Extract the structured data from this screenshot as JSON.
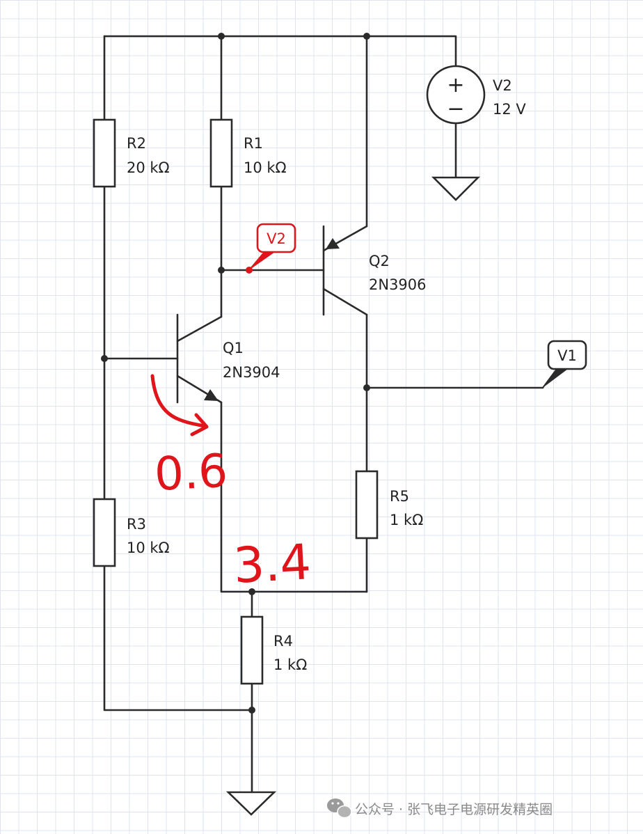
{
  "components": {
    "r1": {
      "name": "R1",
      "value": "10 kΩ"
    },
    "r2": {
      "name": "R2",
      "value": "20 kΩ"
    },
    "r3": {
      "name": "R3",
      "value": "10 kΩ"
    },
    "r4": {
      "name": "R4",
      "value": "1 kΩ"
    },
    "r5": {
      "name": "R5",
      "value": "1 kΩ"
    },
    "q1": {
      "name": "Q1",
      "part": "2N3904"
    },
    "q2": {
      "name": "Q2",
      "part": "2N3906"
    },
    "v2": {
      "name": "V2",
      "value": "12 V",
      "plus": "+",
      "minus": "−"
    }
  },
  "probes": {
    "v2_probe": "V2",
    "v1_probe": "V1"
  },
  "annotations": {
    "vbe": "0.6",
    "emitter_voltage": "3.4"
  },
  "colors": {
    "wire": "#2a2a2a",
    "annotation": "#e0151b",
    "grid": "#dfe4ec"
  },
  "watermark": {
    "icon": "wechat-icon",
    "text": "公众号 · 张飞电子电源研发精英圈"
  }
}
